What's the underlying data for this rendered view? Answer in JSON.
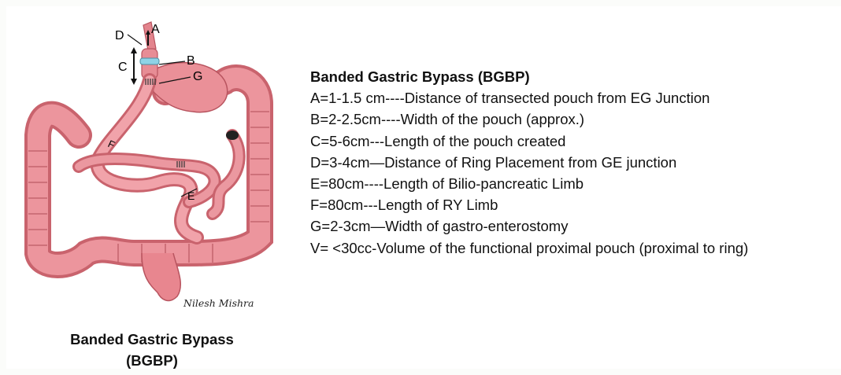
{
  "figure": {
    "labels": {
      "a": "A",
      "b": "B",
      "c": "C",
      "d": "D",
      "e": "E",
      "f": "F",
      "g": "G"
    },
    "signature": "Nilesh Mishra",
    "colors": {
      "intestine": "#e6868f",
      "intestine_dark": "#b8545f",
      "stomach": "#e8939a",
      "band": "#8fd3e6"
    }
  },
  "caption": {
    "line1": "Banded Gastric Bypass",
    "line2": "(BGBP)"
  },
  "legend": {
    "title": "Banded Gastric Bypass (BGBP)",
    "lines": [
      "A=1-1.5 cm----Distance of transected pouch from EG Junction",
      "B=2-2.5cm----Width of the pouch (approx.)",
      "C=5-6cm---Length of the pouch created",
      "D=3-4cm—Distance of Ring Placement from GE junction",
      "E=80cm----Length of Bilio-pancreatic Limb",
      "F=80cm---Length of RY Limb",
      "G=2-3cm—Width of gastro-enterostomy",
      "V= <30cc-Volume of the functional proximal pouch (proximal to ring)"
    ]
  }
}
